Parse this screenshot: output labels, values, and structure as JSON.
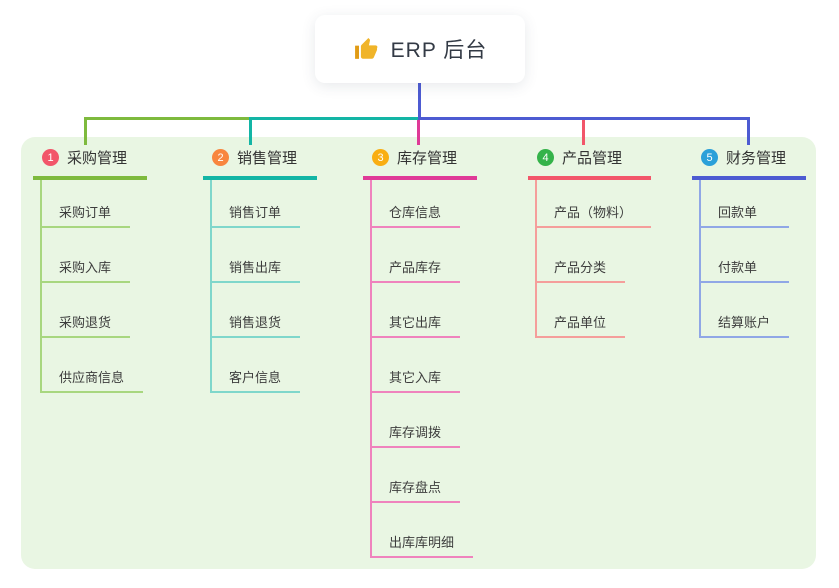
{
  "root": {
    "title": "ERP 后台",
    "icon": "thumbs-up",
    "icon_color": "#f0b429"
  },
  "panel_color": "#e9f6e3",
  "connectors": {
    "root_line_color": "#4d5bd2",
    "segment_branch_1_color": "#7eba3d",
    "segment_branch_2_color": "#13b5a5",
    "segment_right_color": "#4d5bd2"
  },
  "branches": [
    {
      "index": "1",
      "label": "采购管理",
      "badge_color": "#f2566a",
      "line_color": "#7eba3d",
      "drop_color": "#7eba3d",
      "child_line_color": "#a8d77f",
      "children": [
        "采购订单",
        "采购入库",
        "采购退货",
        "供应商信息"
      ]
    },
    {
      "index": "2",
      "label": "销售管理",
      "badge_color": "#f8863f",
      "line_color": "#13b5a5",
      "drop_color": "#13b5a5",
      "child_line_color": "#7fd7cb",
      "children": [
        "销售订单",
        "销售出库",
        "销售退货",
        "客户信息"
      ]
    },
    {
      "index": "3",
      "label": "库存管理",
      "badge_color": "#f9ae13",
      "line_color": "#df3a97",
      "drop_color": "#df3a97",
      "child_line_color": "#ef83bd",
      "children": [
        "仓库信息",
        "产品库存",
        "其它出库",
        "其它入库",
        "库存调拨",
        "库存盘点",
        "出库库明细"
      ]
    },
    {
      "index": "4",
      "label": "产品管理",
      "badge_color": "#35b34a",
      "line_color": "#f2566a",
      "drop_color": "#f2566a",
      "child_line_color": "#f59e9b",
      "children": [
        "产品（物料）",
        "产品分类",
        "产品单位"
      ]
    },
    {
      "index": "5",
      "label": "财务管理",
      "badge_color": "#2ba0d9",
      "line_color": "#4d5bd2",
      "drop_color": "#4d5bd2",
      "child_line_color": "#90a7e6",
      "children": [
        "回款单",
        "付款单",
        "结算账户"
      ]
    }
  ]
}
